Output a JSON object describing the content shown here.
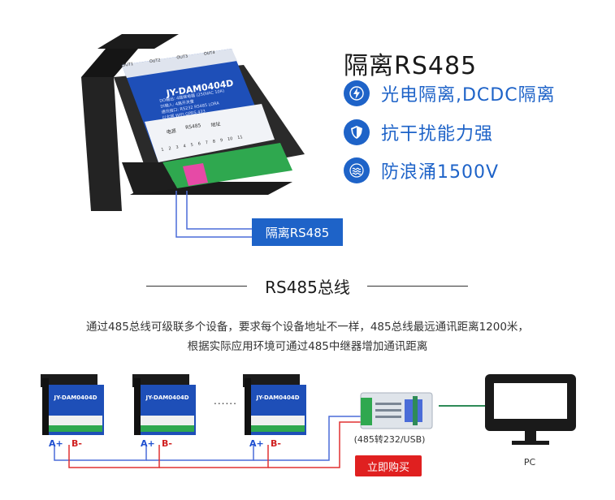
{
  "hero": {
    "title": "隔离RS485",
    "features": [
      {
        "icon": "lightning-icon",
        "label": "光电隔离,DCDC隔离"
      },
      {
        "icon": "shield-icon",
        "label": "抗干扰能力强"
      },
      {
        "icon": "wave-icon",
        "label": "防浪涌1500V"
      }
    ],
    "callout": "隔离RS485",
    "device_model": "JY-DAM0404D",
    "device_outputs": [
      "OUT1",
      "OUT2",
      "OUT3",
      "OUT4"
    ],
    "device_specs": [
      "DO输出: 4路继电器 (250VAC 10A)",
      "DI输入: 4路开关量",
      "通讯接口: RS232 RS485 LORA",
      "以太网 WIFI GPRS 433"
    ],
    "terminal_labels": [
      "电源",
      "RS485",
      "地址"
    ],
    "terminal_numbers": [
      "1",
      "2",
      "3",
      "4",
      "5",
      "6",
      "7",
      "8",
      "9",
      "10",
      "11"
    ]
  },
  "bus": {
    "title": "RS485总线",
    "desc_line1": "通过485总线可级联多个设备，要求每个设备地址不一样，485总线最远通讯距离1200米，",
    "desc_line2": "根据实际应用环境可通过485中继器增加通讯距离",
    "device_model": "JY-DAM0404D",
    "ellipsis": "......",
    "a_label": "A+",
    "b_label": "B-",
    "converter_label": "(485转232/USB)",
    "buy_button": "立即购买",
    "pc_label": "PC"
  },
  "colors": {
    "accent": "#1e63c8",
    "a_wire": "#4a6cd8",
    "b_wire": "#e03030",
    "buy": "#e02020",
    "terminal": "#2fa84f"
  }
}
